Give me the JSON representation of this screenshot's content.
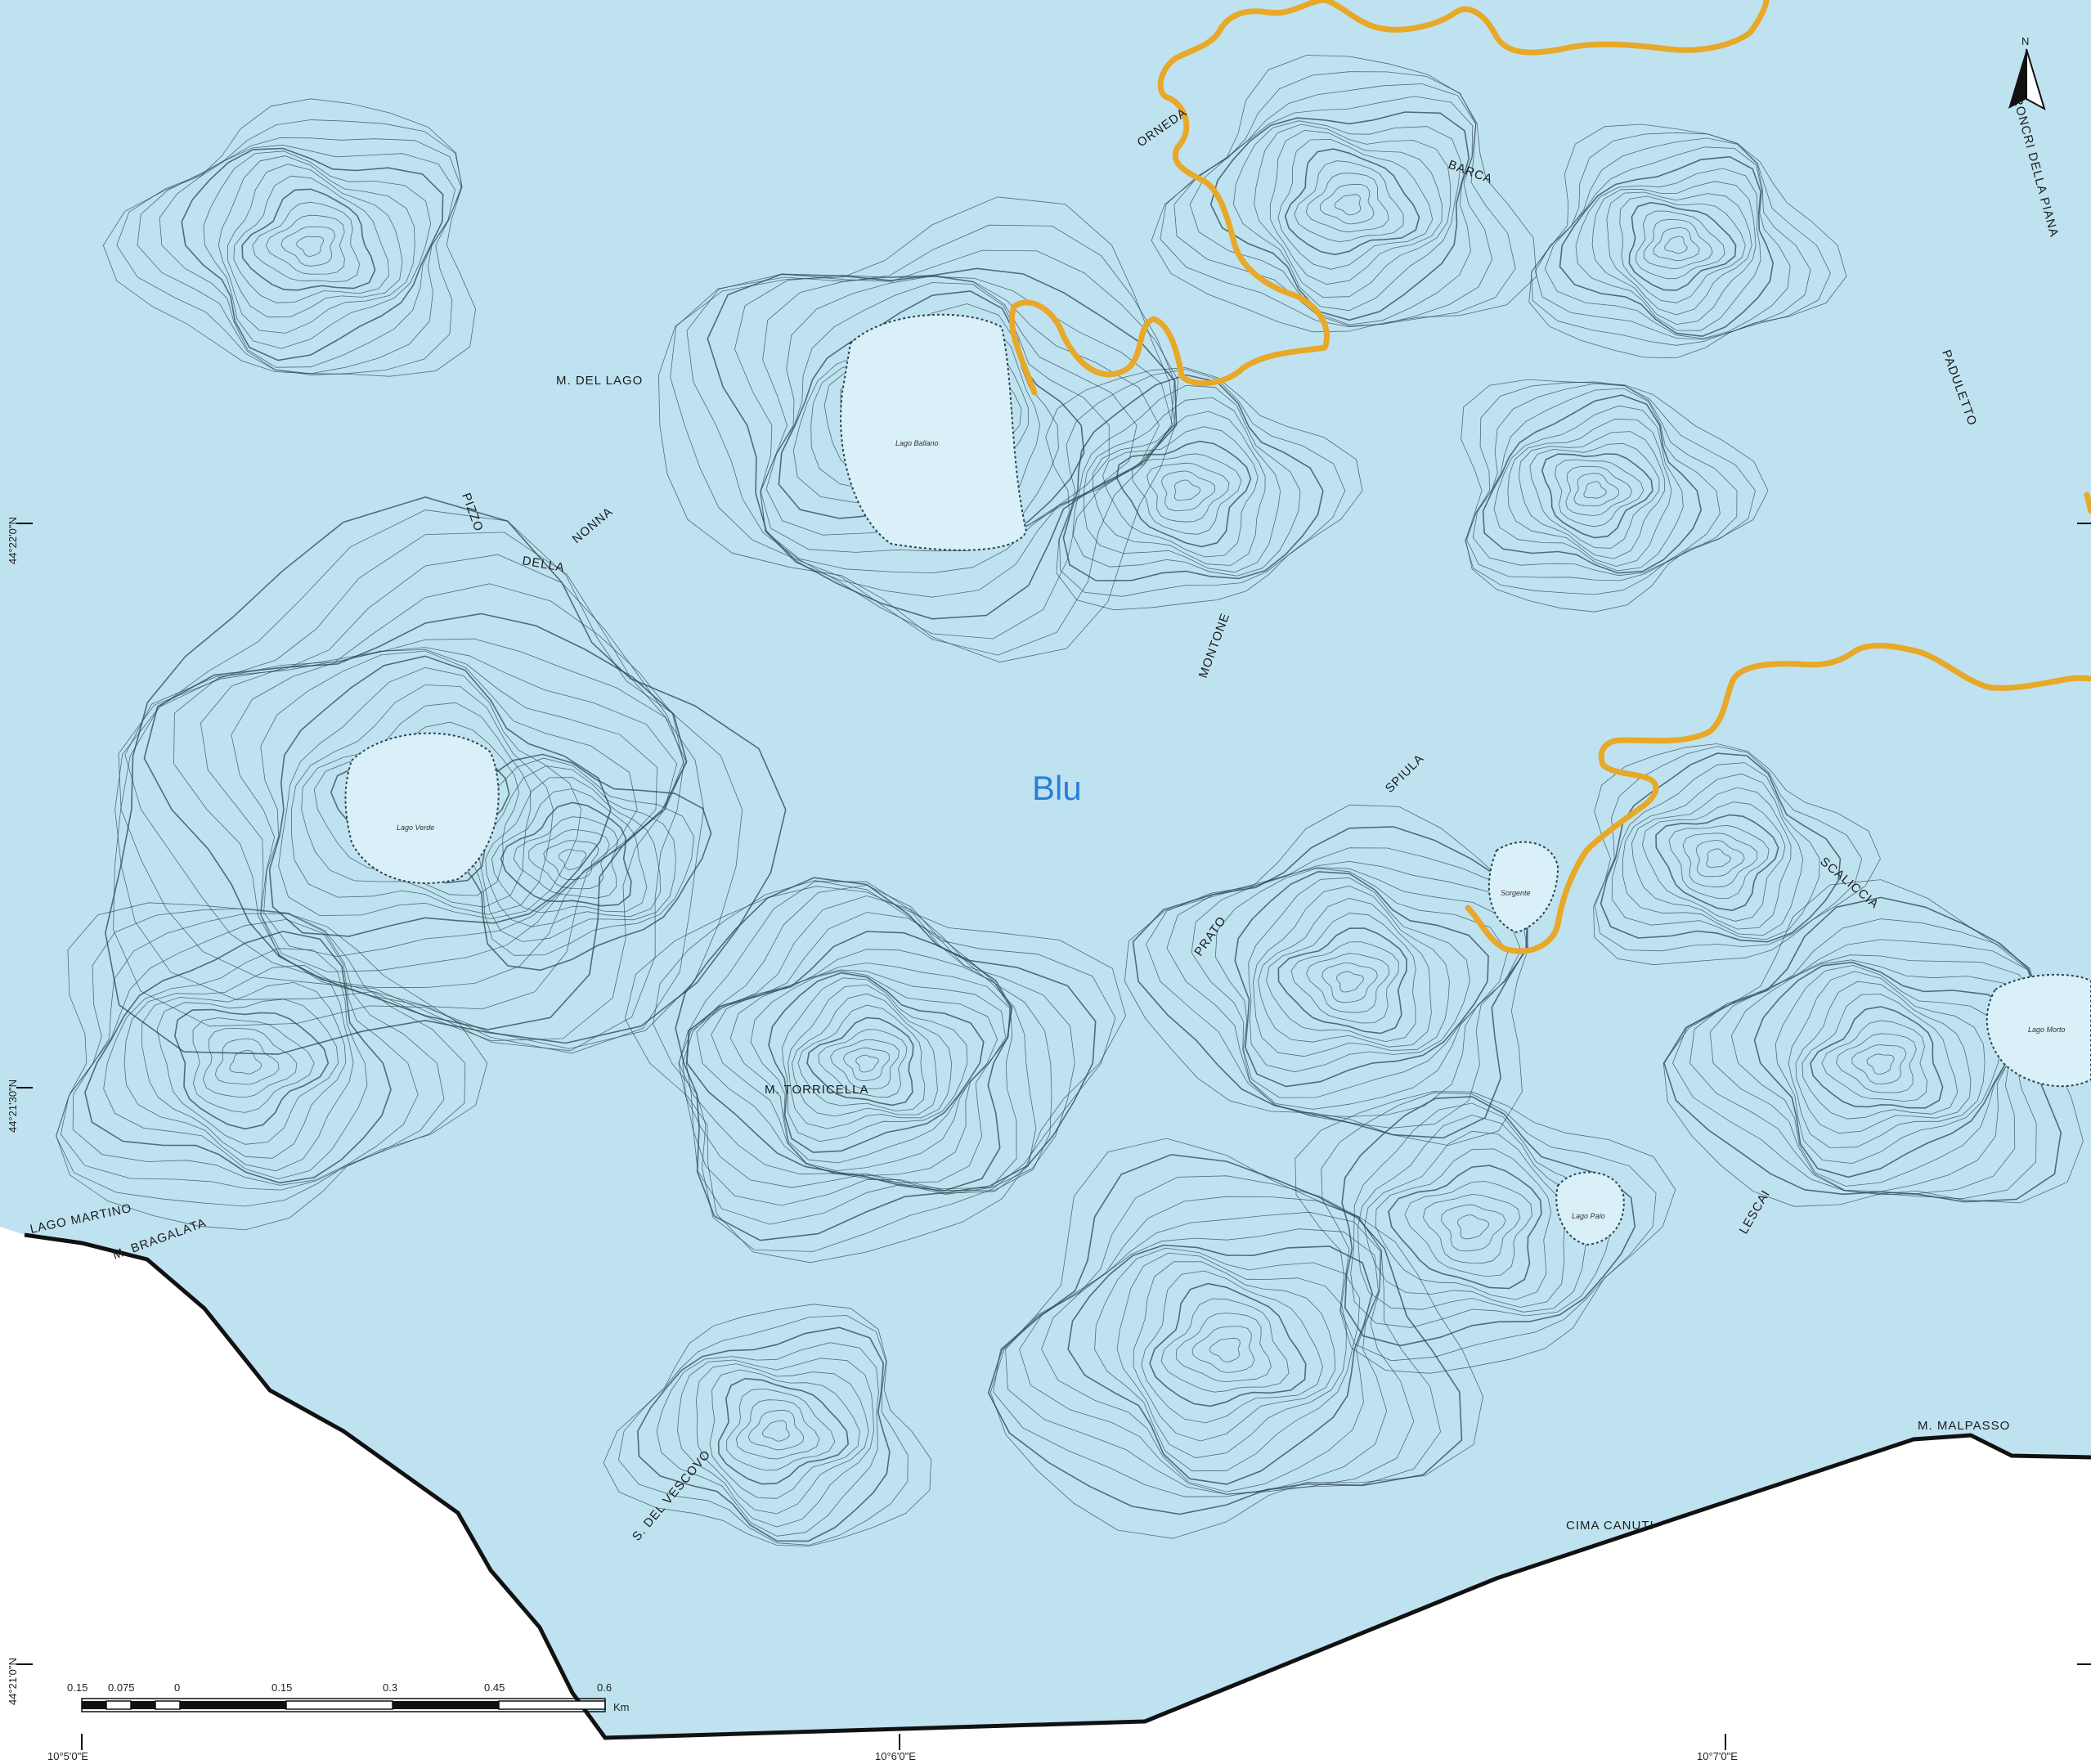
{
  "map": {
    "legend_label": "Blu",
    "colors": {
      "zone_fill": "#bfe2f0",
      "contour": "#2c4350",
      "boundary": "#e8a828",
      "outer_line": "#111111",
      "legend_text": "#2a7fd4",
      "lake": "#d9f0f8"
    },
    "place_names": {
      "m_del_lago": "M. DEL LAGO",
      "m_torricella": "M. TORRICELLA",
      "orneda": "ORNEDA",
      "barca": "BARCA",
      "roncri": "RONCRI DELLA PIANA",
      "padulette": "PADULETTO",
      "pizzo": "PIZZO",
      "della": "DELLA",
      "nonna": "NONNA",
      "montone": "MONTONE",
      "spiula": "SPIULA",
      "prato": "PRATO",
      "scaliccia": "SCALICCIA",
      "lescai": "LESCAI",
      "lago_martino": "LAGO MARTINO",
      "m_bragalata": "M. BRAGALATA",
      "vescovo": "S. DEL VESCOVO",
      "cima_canuti": "CIMA CANUTI",
      "m_malpasso": "M. MALPASSO"
    },
    "lakes": {
      "ballano": "Lago Ballano",
      "verde": "Lago Verde",
      "sorgente": "Sorgente",
      "palo": "Lago Palo",
      "morto": "Lago Morto"
    },
    "latitude_ticks": [
      "44°22'0\"N",
      "44°21'30\"N",
      "44°21'0\"N"
    ],
    "longitude_ticks": [
      "10°5'0\"E",
      "10°6'0\"E",
      "10°7'0\"E"
    ],
    "scale_bar": {
      "labels": [
        "0.15",
        "0.075",
        "0",
        "0.15",
        "0.3",
        "0.45",
        "0.6"
      ],
      "unit": "Km"
    },
    "north_arrow_label": "N"
  }
}
